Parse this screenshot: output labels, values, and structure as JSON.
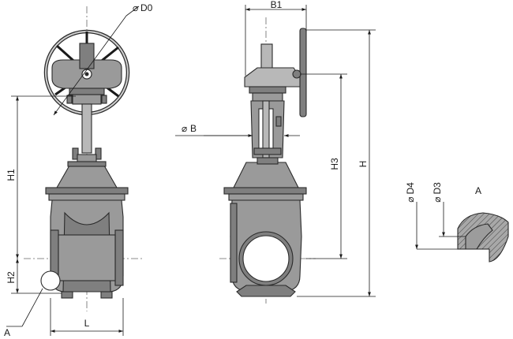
{
  "labels": {
    "d0": "D0",
    "b1": "B1",
    "b": "B",
    "h1": "H1",
    "h2": "H2",
    "h3": "H3",
    "h": "H",
    "l": "L",
    "a_left": "A",
    "a_detail": "A",
    "d4": "D4",
    "d3": "D3",
    "dia": "⌀"
  }
}
